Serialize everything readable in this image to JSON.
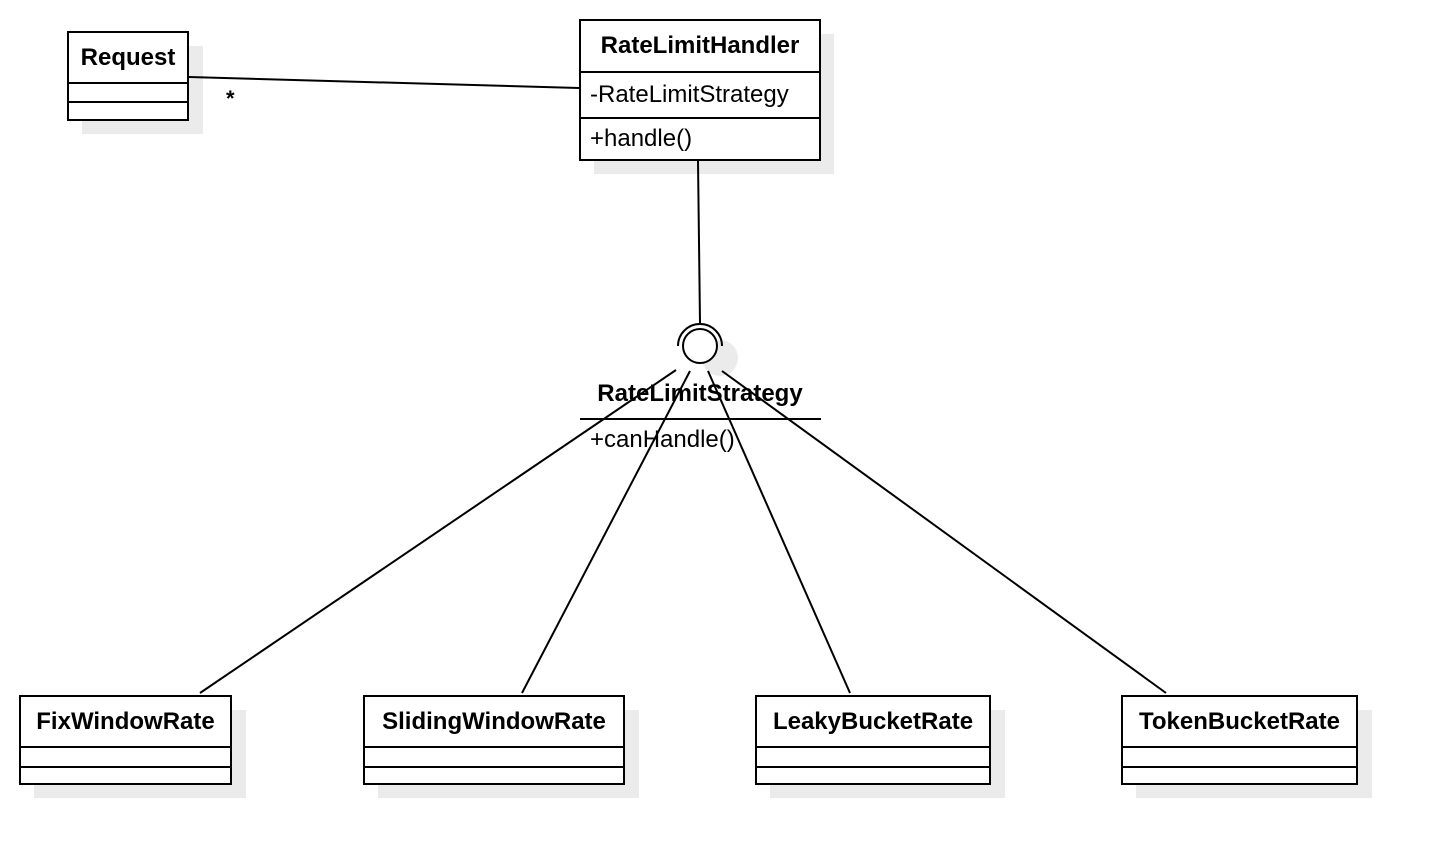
{
  "classes": {
    "request": {
      "name": "Request"
    },
    "handler": {
      "name": "RateLimitHandler",
      "attribute": "-RateLimitStrategy",
      "operation": "+handle()"
    },
    "fix_window": {
      "name": "FixWindowRate"
    },
    "sliding_window": {
      "name": "SlidingWindowRate"
    },
    "leaky_bucket": {
      "name": "LeakyBucketRate"
    },
    "token_bucket": {
      "name": "TokenBucketRate"
    }
  },
  "interface": {
    "name": "RateLimitStrategy",
    "operation": "+canHandle()"
  },
  "association": {
    "multiplicity": "*"
  }
}
